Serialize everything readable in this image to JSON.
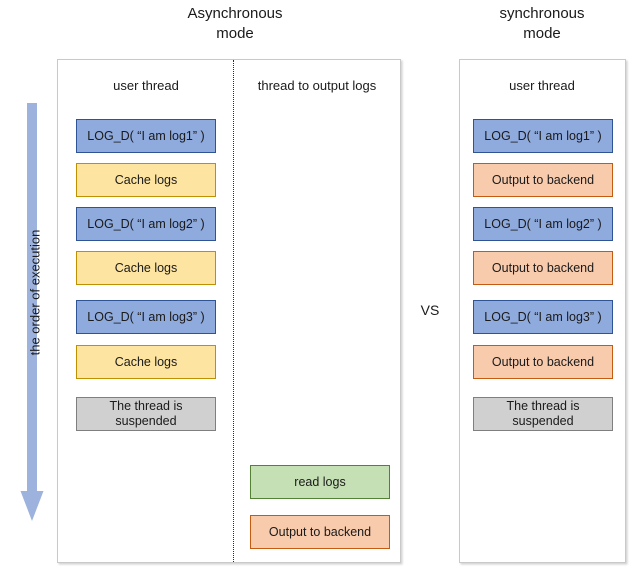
{
  "titles": {
    "async": "Asynchronous\nmode",
    "sync": "synchronous\nmode",
    "vs": "VS"
  },
  "order_arrow": {
    "label": "the order of execution",
    "direction": "down",
    "color": "#9DB2DC"
  },
  "colors": {
    "log_call": "#8FAADC",
    "log_call_border": "#2F5496",
    "cache": "#FDE4A0",
    "cache_border": "#BF9000",
    "output": "#F8CBAD",
    "output_border": "#C55A11",
    "read": "#C5E0B4",
    "read_border": "#548235",
    "suspended": "#D0D0D0",
    "suspended_border": "#7F7F7F",
    "panel_border": "#C9C9C9"
  },
  "async_panel": {
    "lanes": [
      {
        "header": "user thread"
      },
      {
        "header": "thread to output logs"
      }
    ],
    "user_thread_steps": [
      {
        "label": "LOG_D( “I am log1” )",
        "kind": "log"
      },
      {
        "label": "Cache logs",
        "kind": "cache"
      },
      {
        "label": "LOG_D( “I am log2” )",
        "kind": "log"
      },
      {
        "label": "Cache logs",
        "kind": "cache"
      },
      {
        "label": "LOG_D( “I am log3” )",
        "kind": "log"
      },
      {
        "label": "Cache logs",
        "kind": "cache"
      },
      {
        "label": "The thread is\nsuspended",
        "kind": "suspended"
      }
    ],
    "log_thread_steps": [
      {
        "label": "read logs",
        "kind": "read"
      },
      {
        "label": "Output to backend",
        "kind": "output"
      }
    ]
  },
  "sync_panel": {
    "lanes": [
      {
        "header": "user thread"
      }
    ],
    "user_thread_steps": [
      {
        "label": "LOG_D( “I am log1” )",
        "kind": "log"
      },
      {
        "label": "Output to backend",
        "kind": "output"
      },
      {
        "label": "LOG_D( “I am log2” )",
        "kind": "log"
      },
      {
        "label": "Output to backend",
        "kind": "output"
      },
      {
        "label": "LOG_D( “I am log3” )",
        "kind": "log"
      },
      {
        "label": "Output to backend",
        "kind": "output"
      },
      {
        "label": "The thread is\nsuspended",
        "kind": "suspended"
      }
    ]
  }
}
